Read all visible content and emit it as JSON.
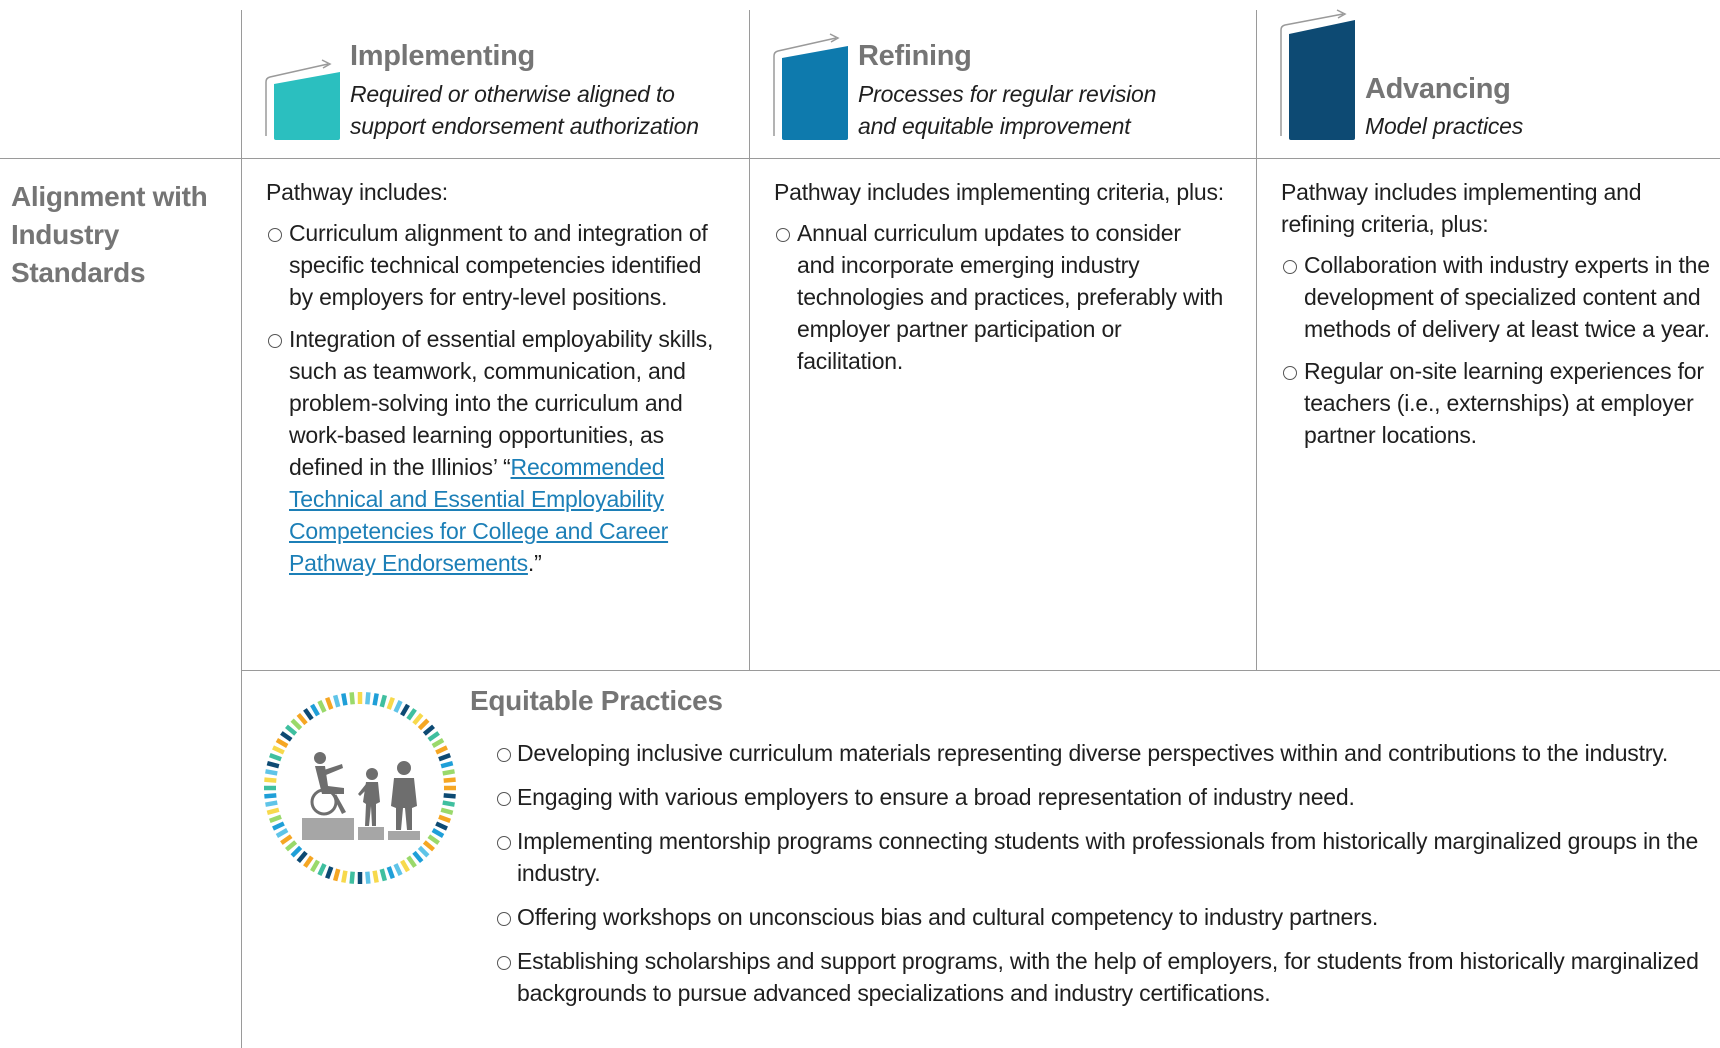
{
  "levels": [
    {
      "title": "Implementing",
      "subtitle_lines": [
        "Required or otherwise aligned to",
        "support endorsement authorization"
      ],
      "color": "#2bbfbf"
    },
    {
      "title": "Refining",
      "subtitle_lines": [
        "Processes for regular revision",
        "and equitable improvement"
      ],
      "color": "#0e7aad"
    },
    {
      "title": "Advancing",
      "subtitle_lines": [
        "Model practices"
      ],
      "color": "#0d4a73"
    }
  ],
  "row": {
    "label": "Alignment with Industry Standards",
    "implementing": {
      "intro": "Pathway includes:",
      "items": [
        {
          "text": "Curriculum alignment to and integration of specific technical competencies identified by employers for entry-level positions."
        },
        {
          "text_before": "Integration of essential employability skills, such as teamwork, communication, and problem-solving into the curriculum and work-based learning opportunities, as defined in the Illinios’ “",
          "link": "Recommended Technical and Essential Employability Competencies for College and Career Pathway Endorsements",
          "text_after": ".”"
        }
      ]
    },
    "refining": {
      "intro": "Pathway includes implementing criteria, plus:",
      "items": [
        {
          "text": "Annual curriculum updates to consider and incorporate emerging industry technologies and practices, preferably with employer partner participation or facilitation."
        }
      ]
    },
    "advancing": {
      "intro": "Pathway includes implementing and refining criteria, plus:",
      "items": [
        {
          "text": "Collaboration with industry experts in the development of specialized content and methods of delivery at least twice a year."
        },
        {
          "text": "Regular on-site learning experiences for teachers (i.e., externships) at employer partner locations."
        }
      ]
    }
  },
  "equitable": {
    "title": "Equitable Practices",
    "icon": "equity-people-icon",
    "items": [
      "Developing inclusive curriculum materials representing diverse perspectives within and contributions to the industry.",
      "Engaging with various employers to ensure a broad representation of industry need.",
      "Implementing mentorship programs connecting students with professionals from historically marginalized groups in the industry.",
      "Offering workshops on unconscious bias and cultural competency to industry partners.",
      "Establishing scholarships and support programs, with the help of employers, for students from historically marginalized backgrounds to pursue advanced specializations and industry certifications."
    ]
  },
  "colors": {
    "teal": "#2bbfbf",
    "blue": "#0e7aad",
    "navy": "#0d4a73",
    "heading_gray": "#757575",
    "link": "#1c7fb7"
  }
}
